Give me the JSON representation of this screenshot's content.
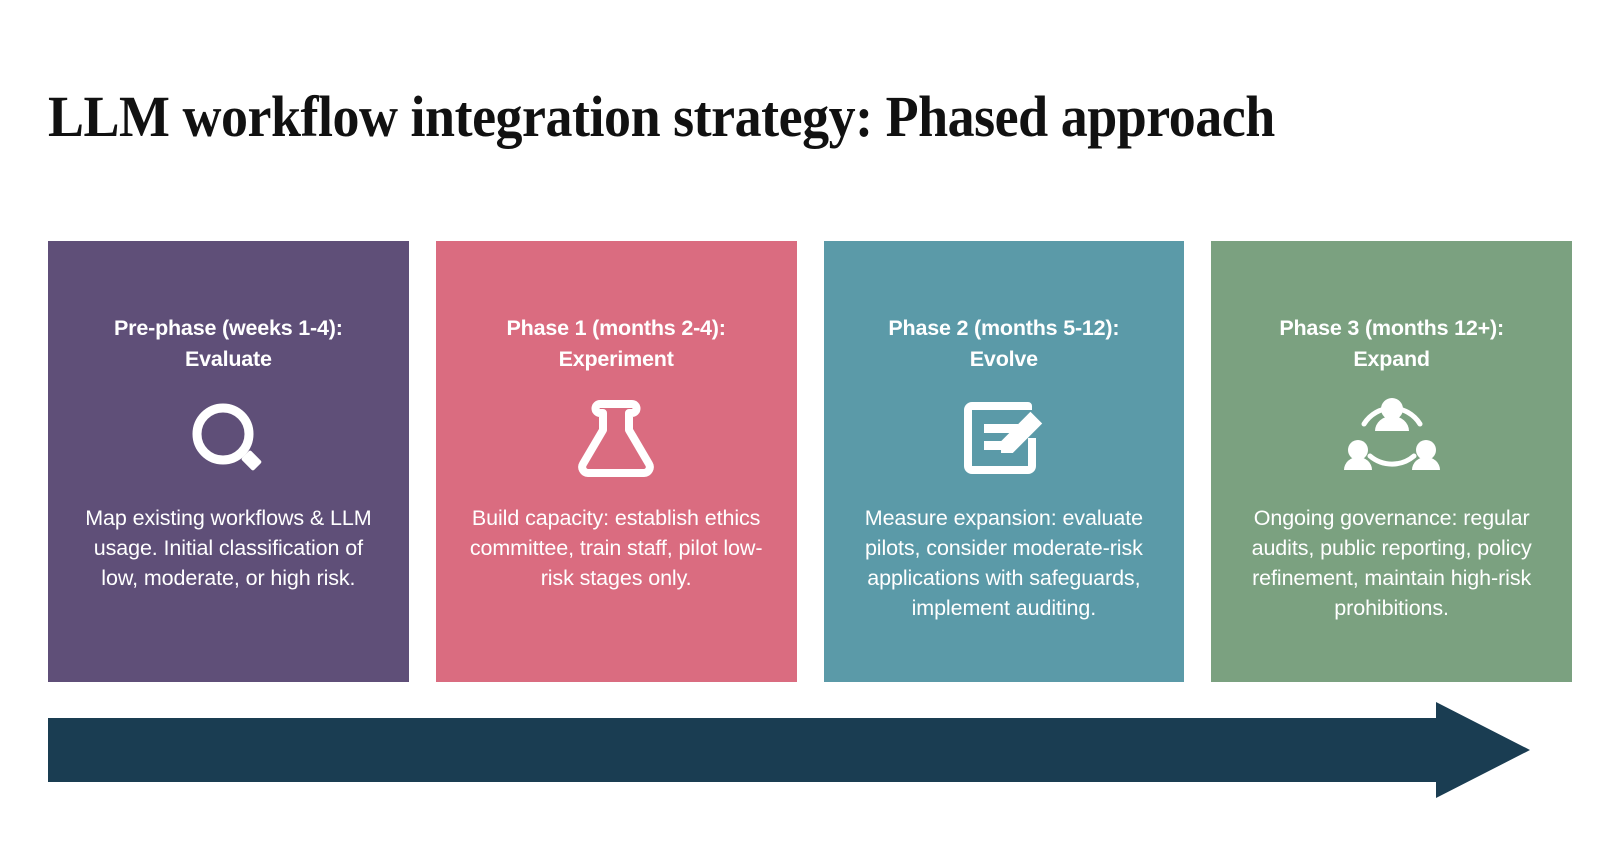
{
  "title": "LLM workflow integration strategy: Phased approach",
  "colors": {
    "background": "#ffffff",
    "title_text": "#111111",
    "card_text": "#ffffff",
    "phase_0": "#5f4f78",
    "phase_1": "#da6c80",
    "phase_2": "#5b9aa8",
    "phase_3": "#7ba180",
    "arrow": "#1a3d52"
  },
  "cards": [
    {
      "title": "Pre-phase (weeks 1-4): Evaluate",
      "icon": "magnifier-icon",
      "body": "Map existing workflows & LLM usage. Initial classification of low, moderate, or high risk.",
      "color": "#5f4f78"
    },
    {
      "title": "Phase 1 (months 2-4): Experiment",
      "icon": "flask-icon",
      "body": "Build capacity: establish ethics committee, train staff, pilot low-risk stages only.",
      "color": "#da6c80"
    },
    {
      "title": "Phase 2 (months 5-12): Evolve",
      "icon": "document-edit-icon",
      "body": "Measure expansion: evaluate pilots, consider moderate-risk applications with safeguards, implement auditing.",
      "color": "#5b9aa8"
    },
    {
      "title": "Phase 3 (months 12+): Expand",
      "icon": "people-group-icon",
      "body": "Ongoing governance: regular audits, public reporting, policy refinement, maintain high-risk prohibitions.",
      "color": "#7ba180"
    }
  ],
  "timeline_arrow": {
    "name": "progression-arrow",
    "direction": "right"
  }
}
